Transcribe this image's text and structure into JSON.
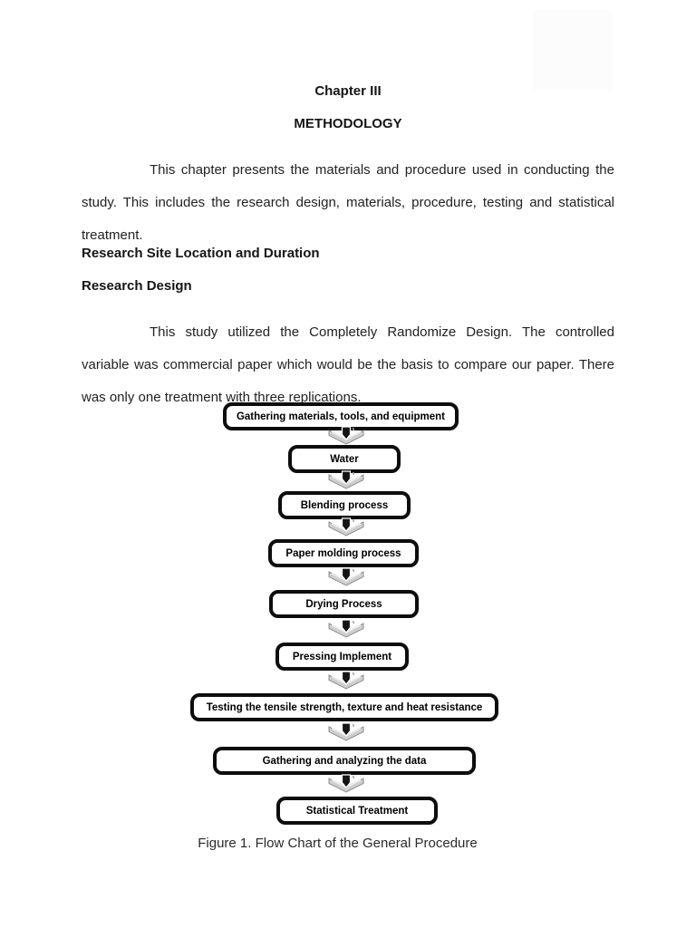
{
  "page": {
    "chapter_title": "Chapter III",
    "section_title": "METHODOLOGY",
    "intro_paragraph": "This chapter presents the materials and procedure used in conducting the study. This includes the research design, materials, procedure, testing and statistical treatment.",
    "headings": {
      "site_location": "Research Site Location and Duration",
      "research_design": "Research Design"
    },
    "design_paragraph": "This study utilized the Completely Randomize Design. The controlled variable was commercial paper which would be the basis to compare our paper. There was only one treatment with three replications.",
    "figure_caption": "Figure 1. Flow Chart of the General Procedure"
  },
  "flowchart": {
    "connector_icon": "down-arrow-icon",
    "steps": [
      {
        "label": "Gathering materials, tools, and equipment"
      },
      {
        "label": "Water"
      },
      {
        "label": "Blending process"
      },
      {
        "label": "Paper molding process"
      },
      {
        "label": "Drying Process"
      },
      {
        "label": "Pressing Implement"
      },
      {
        "label": "Testing the tensile strength, texture and heat resistance"
      },
      {
        "label": "Gathering and analyzing the data"
      },
      {
        "label": "Statistical Treatment"
      }
    ],
    "colors": {
      "box_border": "#0d0d0d",
      "box_fill": "#ffffff",
      "arrow_gray": "#cfcfcf",
      "arrow_dark": "#141414",
      "text": "#000000"
    }
  }
}
